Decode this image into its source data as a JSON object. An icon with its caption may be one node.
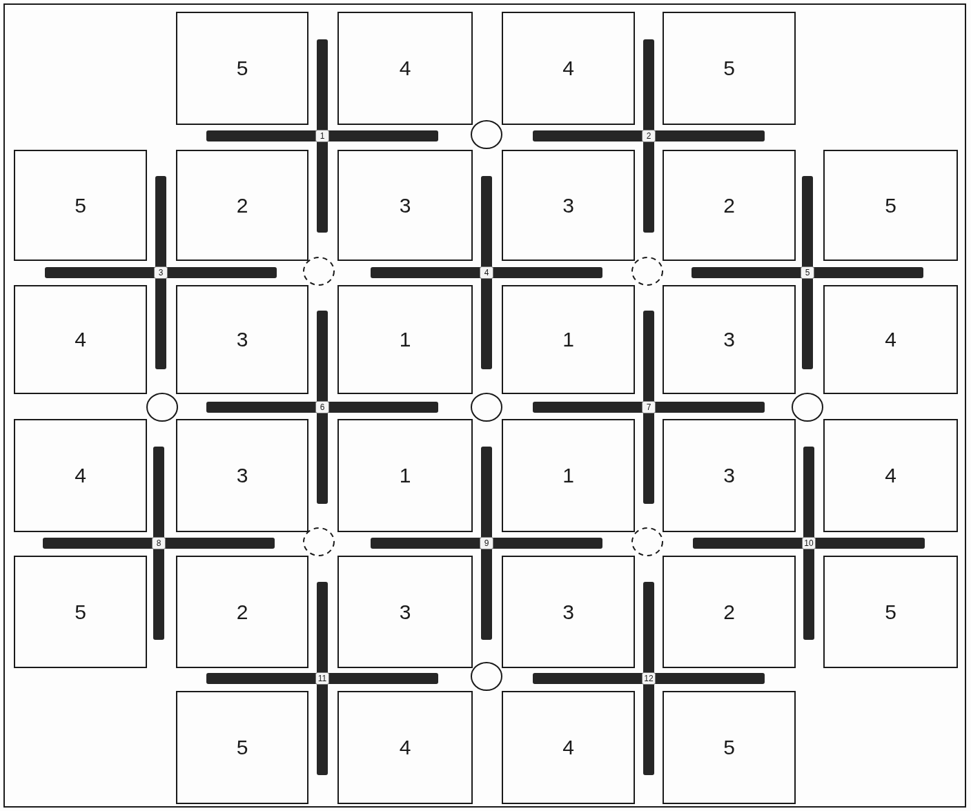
{
  "diagram": {
    "nodes": [
      {
        "text": [
          "5"
        ]
      },
      {
        "text": [
          "4"
        ]
      },
      {
        "text": [
          "4"
        ]
      },
      {
        "text": [
          "5"
        ]
      },
      {
        "text": [
          "1"
        ]
      },
      {
        "text": [],
        "shape": "circle"
      },
      {
        "text": [
          "2"
        ]
      },
      {
        "text": [
          "5"
        ]
      },
      {
        "text": [
          "2"
        ]
      },
      {
        "text": [
          "3"
        ]
      },
      {
        "text": [
          "3"
        ]
      },
      {
        "text": [
          "2"
        ]
      },
      {
        "text": [
          "5"
        ]
      },
      {
        "text": [
          "3"
        ]
      },
      {
        "text": [],
        "shape": "circle"
      },
      {
        "text": [
          "4"
        ]
      },
      {
        "text": [],
        "shape": "circle"
      },
      {
        "text": [
          "5"
        ]
      },
      {
        "text": [
          "4"
        ]
      },
      {
        "text": [
          "3"
        ]
      },
      {
        "text": [
          "1"
        ]
      },
      {
        "text": [
          "1"
        ]
      },
      {
        "text": [
          "3"
        ]
      },
      {
        "text": [
          "4"
        ]
      },
      {
        "text": [],
        "shape": "circle"
      },
      {
        "text": [
          "6"
        ]
      },
      {
        "text": [],
        "shape": "circle"
      },
      {
        "text": [
          "7"
        ]
      },
      {
        "text": [],
        "shape": "circle"
      },
      {
        "text": [
          "4"
        ]
      },
      {
        "text": [
          "3"
        ]
      },
      {
        "text": [
          "1"
        ]
      },
      {
        "text": [
          "1"
        ]
      },
      {
        "text": [
          "3"
        ]
      },
      {
        "text": [
          "4"
        ]
      },
      {
        "text": [
          "8"
        ]
      },
      {
        "text": [],
        "shape": "circle"
      },
      {
        "text": [
          "9"
        ]
      },
      {
        "text": [],
        "shape": "circle"
      },
      {
        "text": [
          "10"
        ]
      },
      {
        "text": [
          "5"
        ]
      },
      {
        "text": [
          "2"
        ]
      },
      {
        "text": [
          "3"
        ]
      },
      {
        "text": [
          "3"
        ]
      },
      {
        "text": [
          "2"
        ]
      },
      {
        "text": [
          "5"
        ]
      },
      {
        "text": [
          "11"
        ]
      },
      {
        "text": [],
        "shape": "circle"
      },
      {
        "text": [
          "12"
        ]
      },
      {
        "text": [
          "5"
        ]
      },
      {
        "text": [
          "4"
        ]
      },
      {
        "text": [
          "4"
        ]
      },
      {
        "text": [
          "5"
        ]
      }
    ]
  }
}
